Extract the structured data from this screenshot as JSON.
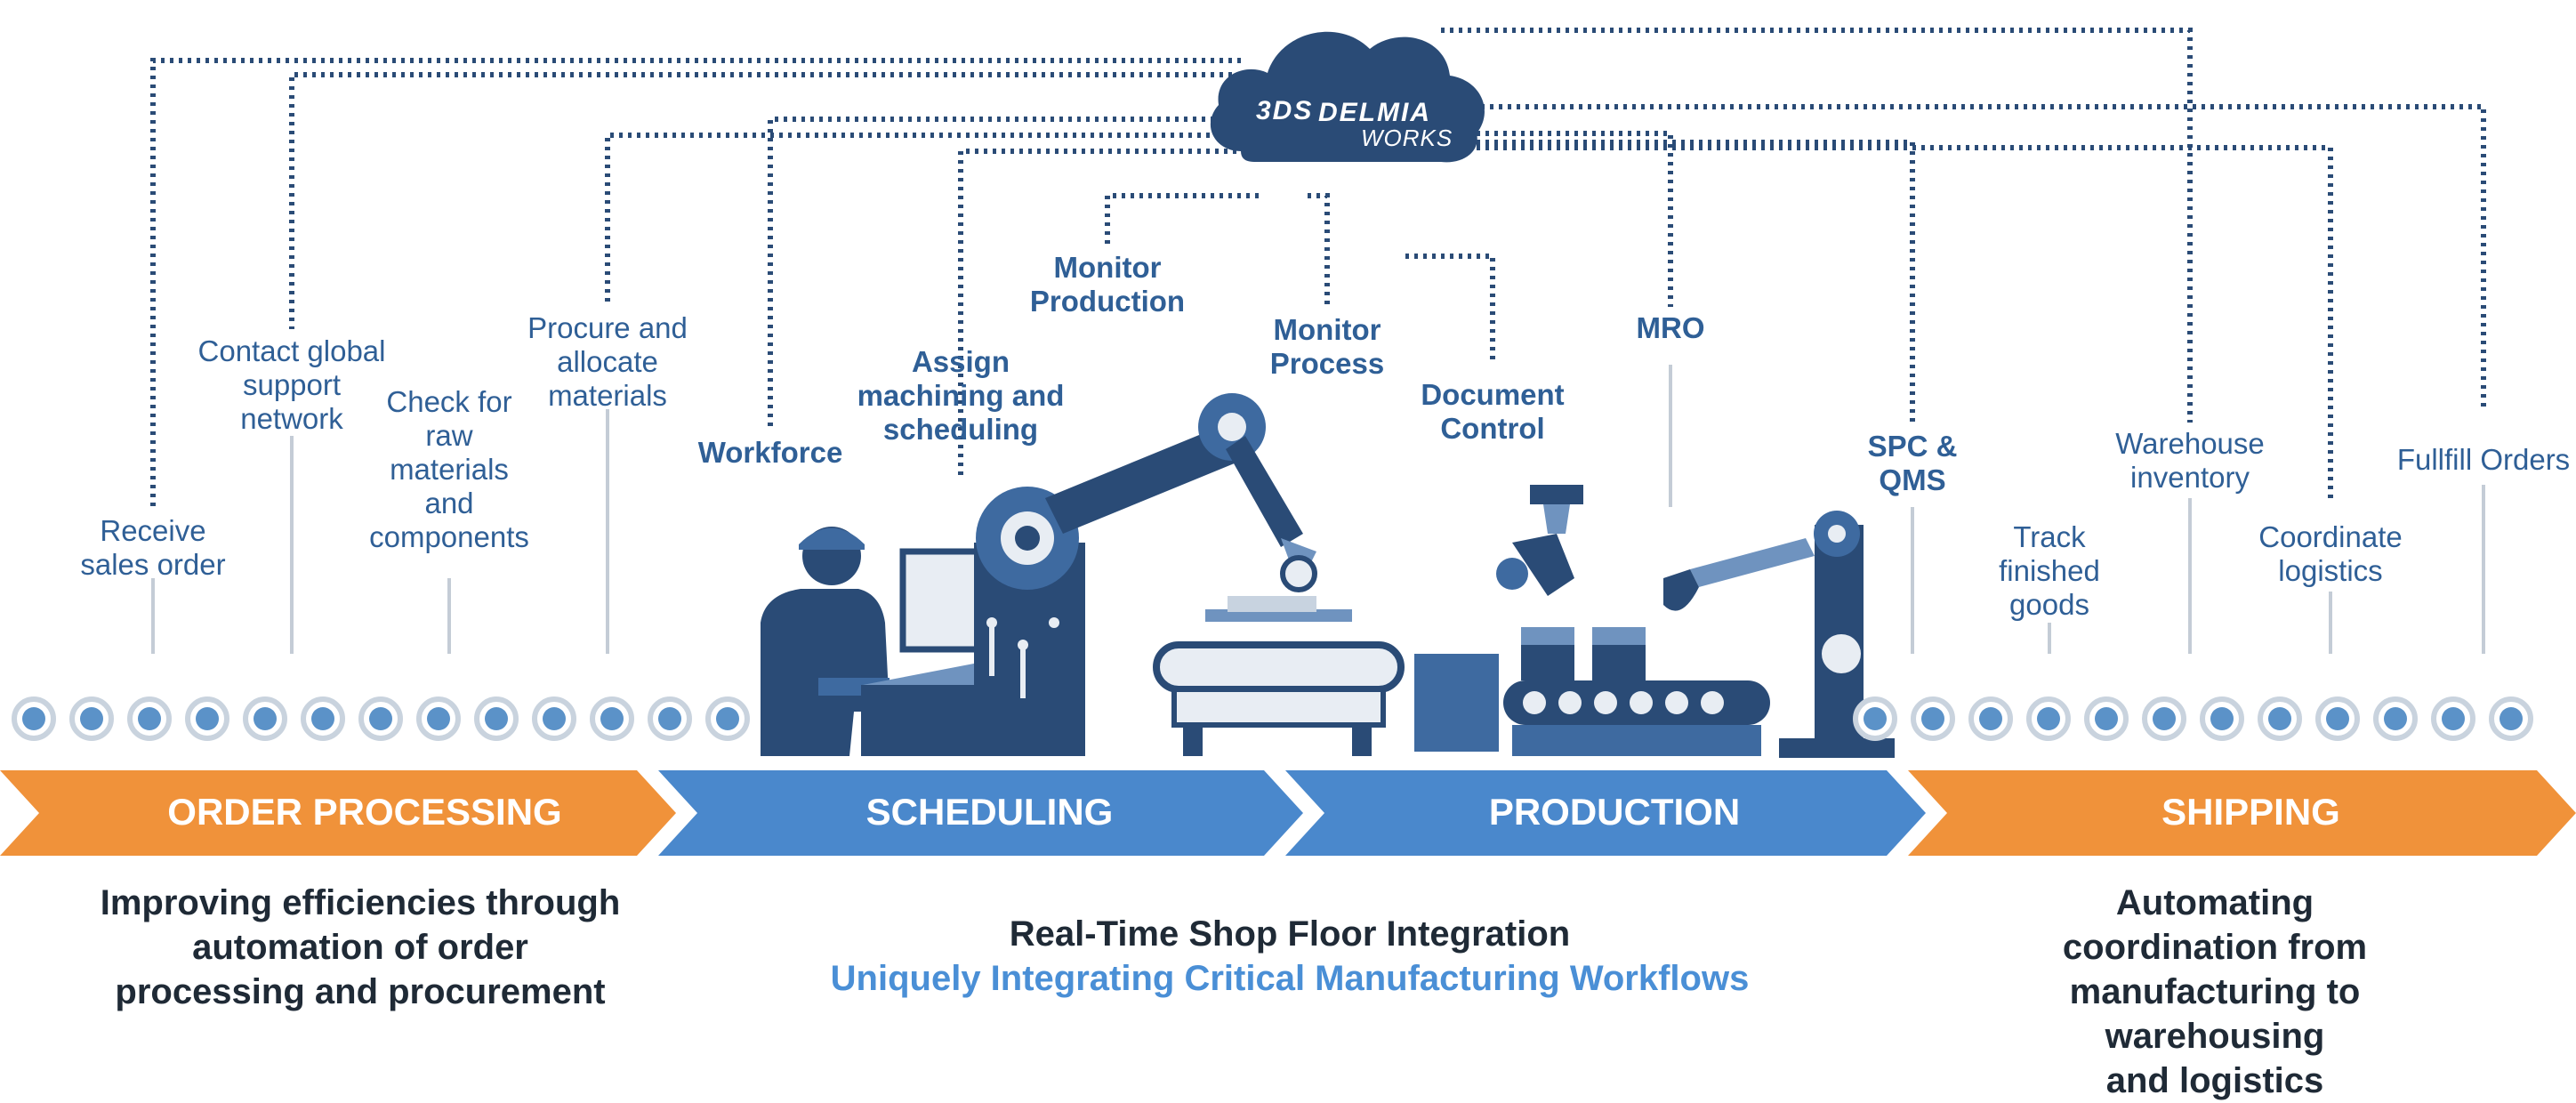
{
  "brand": {
    "logo_ds": "3DS",
    "name_line1": "DELMIA",
    "name_line2": "WORKS"
  },
  "tasks": [
    {
      "id": "receive",
      "label": "Receive\nsales order",
      "bold": false
    },
    {
      "id": "contact",
      "label": "Contact global\nsupport\nnetwork",
      "bold": false
    },
    {
      "id": "check",
      "label": "Check for\nraw\nmaterials\nand\ncomponents",
      "bold": false
    },
    {
      "id": "procure",
      "label": "Procure and\nallocate\nmaterials",
      "bold": false
    },
    {
      "id": "workforce",
      "label": "Workforce",
      "bold": true
    },
    {
      "id": "assign",
      "label": "Assign\nmachining and\nscheduling",
      "bold": true
    },
    {
      "id": "monitor-production",
      "label": "Monitor\nProduction",
      "bold": true
    },
    {
      "id": "monitor-process",
      "label": "Monitor\nProcess",
      "bold": true
    },
    {
      "id": "document",
      "label": "Document\nControl",
      "bold": true
    },
    {
      "id": "mro",
      "label": "MRO",
      "bold": true
    },
    {
      "id": "spc",
      "label": "SPC &\nQMS",
      "bold": true
    },
    {
      "id": "track",
      "label": "Track\nfinished\ngoods",
      "bold": false
    },
    {
      "id": "warehouse",
      "label": "Warehouse\ninventory",
      "bold": false
    },
    {
      "id": "coordinate",
      "label": "Coordinate\nlogistics",
      "bold": false
    },
    {
      "id": "fulfill",
      "label": "Fullfill Orders",
      "bold": false
    }
  ],
  "stages": [
    {
      "id": "order-processing",
      "label": "ORDER PROCESSING",
      "color": "#f0923a"
    },
    {
      "id": "scheduling",
      "label": "SCHEDULING",
      "color": "#4a88cc"
    },
    {
      "id": "production",
      "label": "PRODUCTION",
      "color": "#4a88cc"
    },
    {
      "id": "shipping",
      "label": "SHIPPING",
      "color": "#f0923a"
    }
  ],
  "descriptions": {
    "order": "Improving efficiencies through\nautomation of order\nprocessing and procurement",
    "center_line1": "Real-Time Shop Floor Integration",
    "center_line2": "Uniquely Integrating Critical Manufacturing Workflows",
    "shipping": "Automating coordination from\nmanufacturing to warehousing\nand logistics"
  },
  "colors": {
    "navy": "#2a4b76",
    "label_blue": "#2f5f96",
    "accent_blue": "#4a88cc",
    "orange": "#f0923a",
    "dot_fill": "#5b92c8",
    "dot_ring": "#c9d3de"
  }
}
